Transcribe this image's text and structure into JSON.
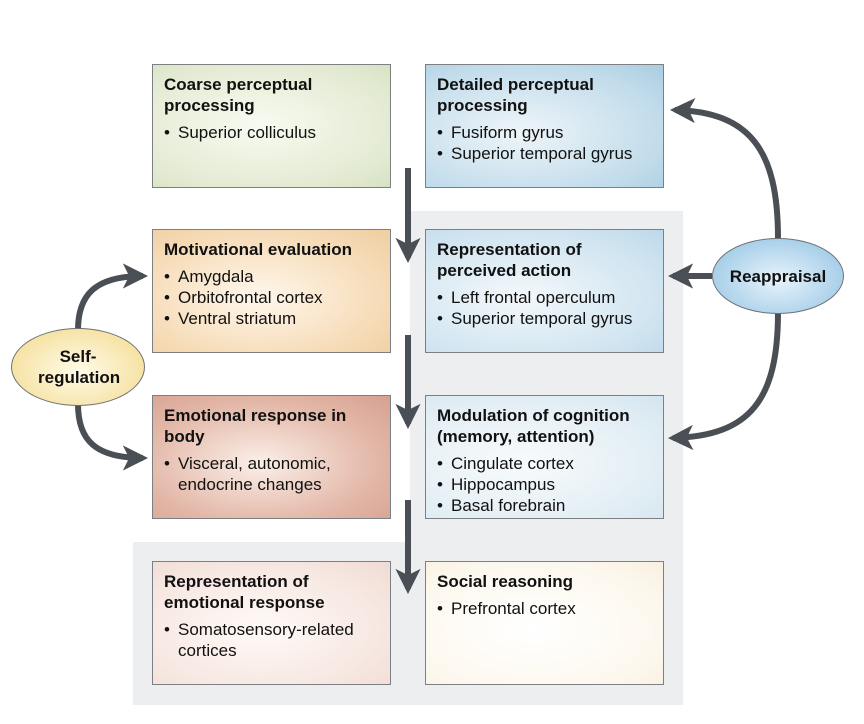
{
  "diagram": {
    "boxes": {
      "coarse": {
        "title": "Coarse perceptual processing",
        "items": [
          "Superior colliculus"
        ]
      },
      "detailed": {
        "title": "Detailed perceptual processing",
        "items": [
          "Fusiform gyrus",
          "Superior temporal gyrus"
        ]
      },
      "motivational": {
        "title": "Motivational evaluation",
        "items": [
          "Amygdala",
          "Orbitofrontal cortex",
          "Ventral striatum"
        ]
      },
      "perceived_action": {
        "title": "Representation of perceived action",
        "items": [
          "Left frontal operculum",
          "Superior temporal gyrus"
        ]
      },
      "emotional_body": {
        "title": "Emotional response in body",
        "items": [
          "Visceral, autonomic, endocrine changes"
        ]
      },
      "cognition": {
        "title": "Modulation of cognition (memory, attention)",
        "items": [
          "Cingulate cortex",
          "Hippocampus",
          "Basal forebrain"
        ]
      },
      "emotional_rep": {
        "title": "Representation of emotional response",
        "items": [
          "Somatosensory-related cortices"
        ]
      },
      "social": {
        "title": "Social reasoning",
        "items": [
          "Prefrontal cortex"
        ]
      }
    },
    "nodes": {
      "reappraisal": "Reappraisal",
      "self_regulation": "Self-regulation"
    },
    "colors": {
      "arrow": "#4a4f55",
      "gray_panel": "#eceef0"
    }
  }
}
